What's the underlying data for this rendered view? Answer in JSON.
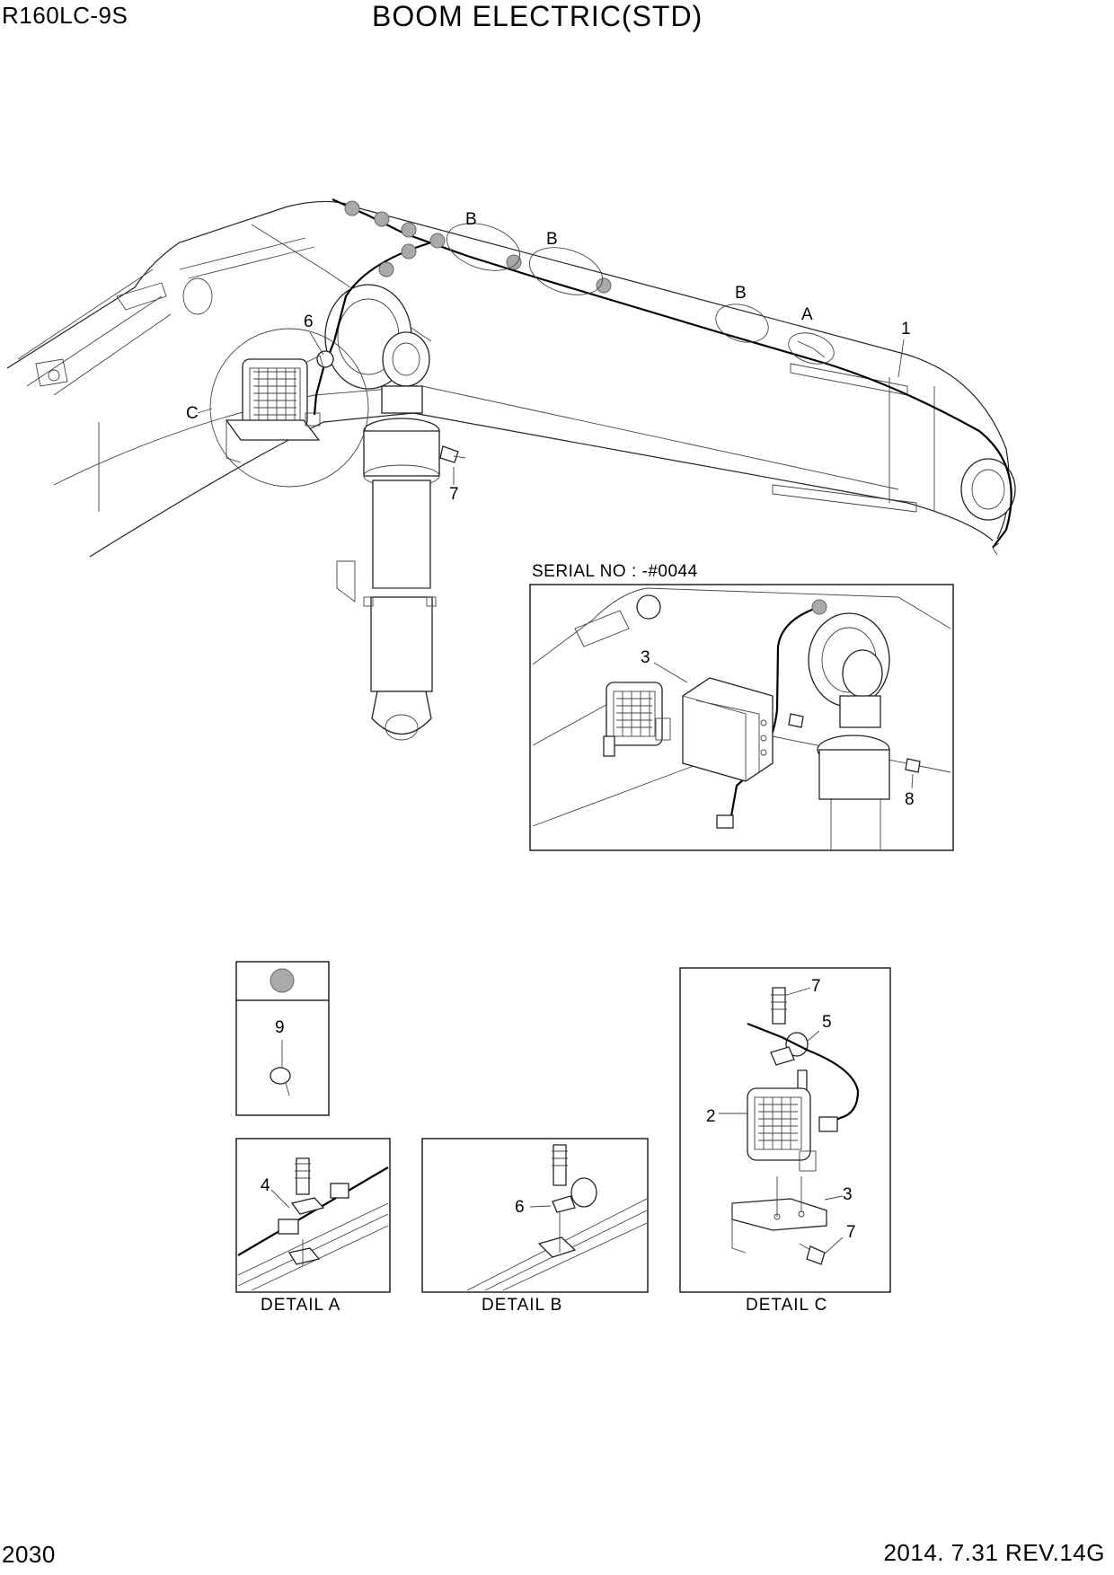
{
  "header": {
    "model": "R160LC-9S",
    "title": "BOOM ELECTRIC(STD)"
  },
  "footer": {
    "page_number": "2030",
    "revision": "2014. 7.31  REV.14G"
  },
  "main_view": {
    "callouts": {
      "b1": "B",
      "b2": "B",
      "b3": "B",
      "a": "A",
      "c": "C",
      "n1": "1",
      "n6": "6",
      "n7": "7"
    }
  },
  "serial_inset": {
    "title": "SERIAL NO : -#0044",
    "callouts": {
      "n3": "3",
      "n8": "8"
    }
  },
  "legend_box": {
    "callout": "9"
  },
  "details": {
    "a": {
      "label": "DETAIL  A",
      "callouts": {
        "n4": "4"
      }
    },
    "b": {
      "label": "DETAIL  B",
      "callouts": {
        "n6": "6"
      }
    },
    "c": {
      "label": "DETAIL  C",
      "callouts": {
        "n7a": "7",
        "n5": "5",
        "n2": "2",
        "n3": "3",
        "n7b": "7"
      }
    }
  }
}
